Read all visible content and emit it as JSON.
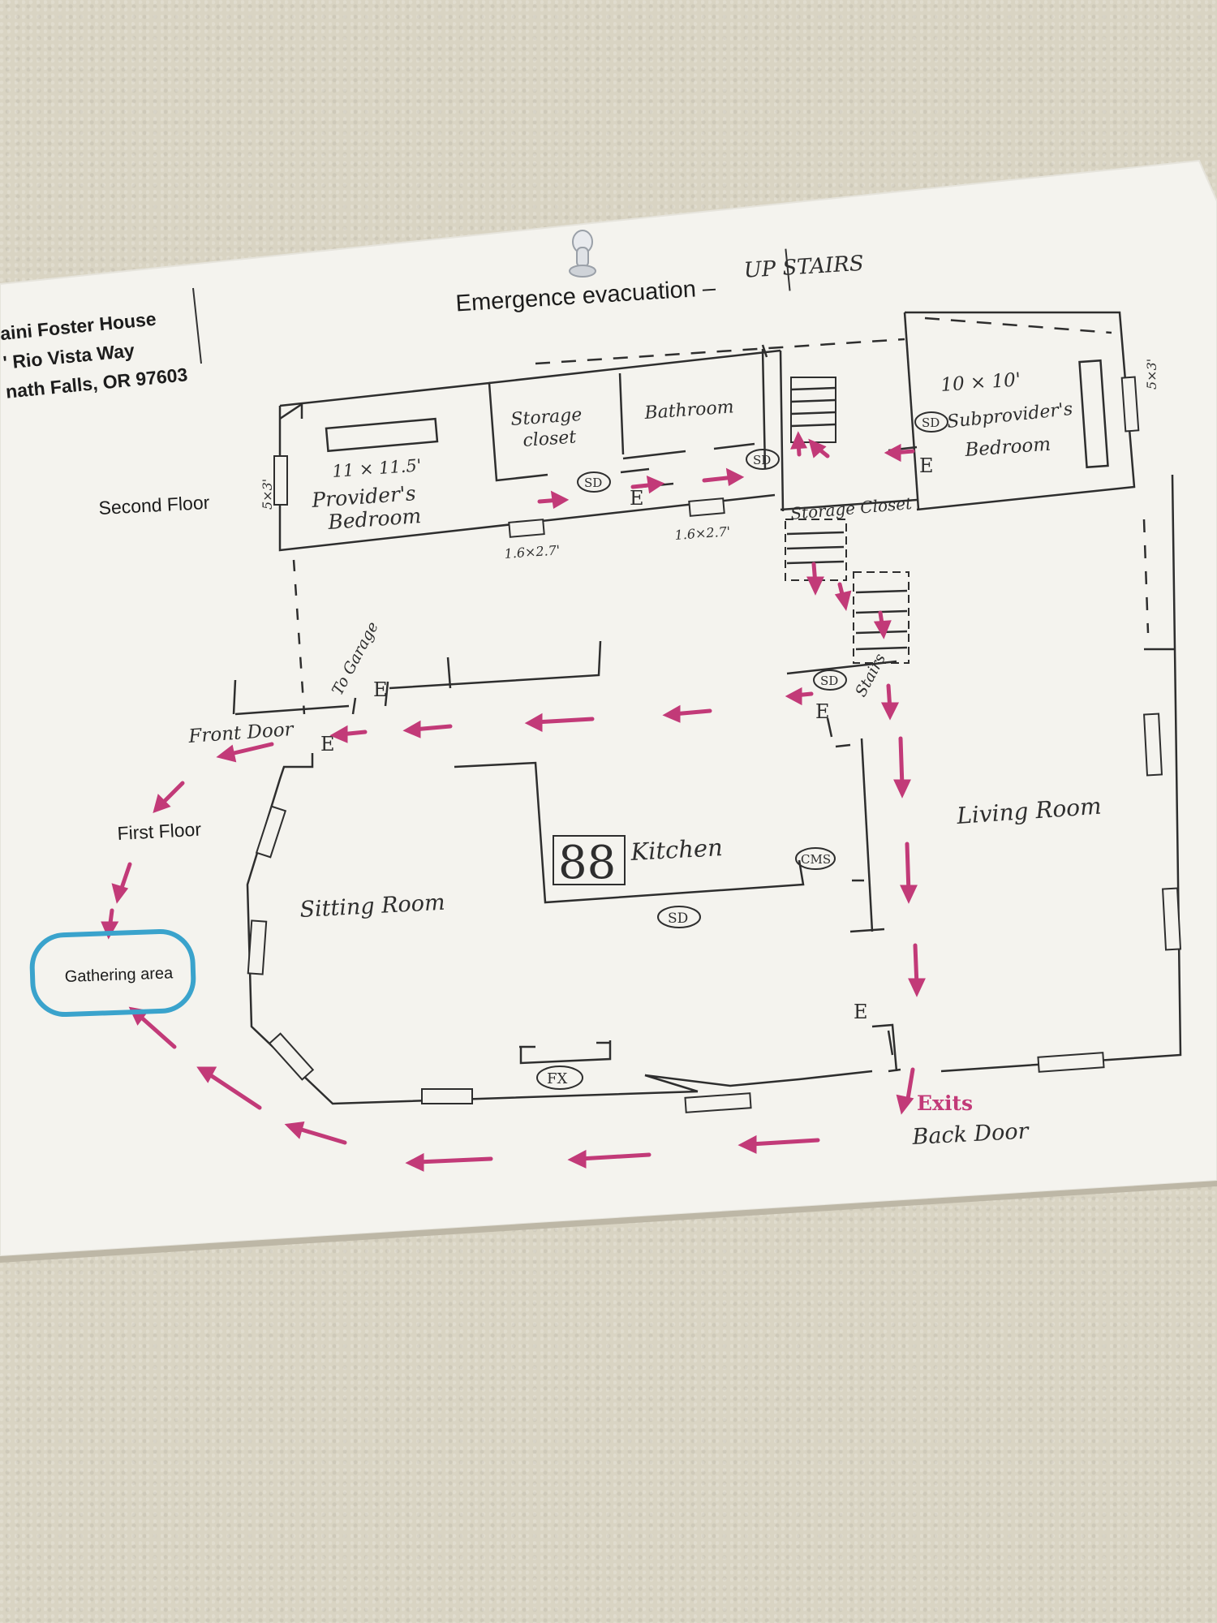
{
  "header": {
    "house_name": "aini Foster House",
    "street": "' Rio Vista Way",
    "city": "nath Falls, OR 97603",
    "title": "Emergence evacuation –",
    "title_hand": "UP STAIRS"
  },
  "floors": {
    "second": "Second Floor",
    "first": "First Floor"
  },
  "rooms": {
    "provider_size": "11 × 11.5'",
    "provider_name": "Provider's",
    "provider_name2": "Bedroom",
    "storage1": "Storage",
    "storage1b": "closet",
    "bathroom": "Bathroom",
    "sub_size": "10 × 10'",
    "sub_name": "Subprovider's",
    "sub_name2": "Bedroom",
    "storage2": "Storage Closet",
    "window_a": "1.6×2.7'",
    "window_b": "1.6×2.7'",
    "window_left": "5×3'",
    "window_right": "5×3'",
    "kitchen": "Kitchen",
    "sitting": "Sitting Room",
    "living": "Living Room",
    "stairs": "Stairs",
    "to_garage": "To Garage",
    "front_door": "Front Door",
    "back_door": "Back Door",
    "exits": "Exits"
  },
  "symbols": {
    "sd": "SD",
    "cms": "CMS",
    "fx": "FX",
    "e": "E",
    "burners": "88"
  },
  "gathering": "Gathering area",
  "colors": {
    "arrow": "#c23a78",
    "gathering": "#3aa3cc",
    "ink": "#2e2e2e",
    "paper": "#f4f3ee"
  }
}
